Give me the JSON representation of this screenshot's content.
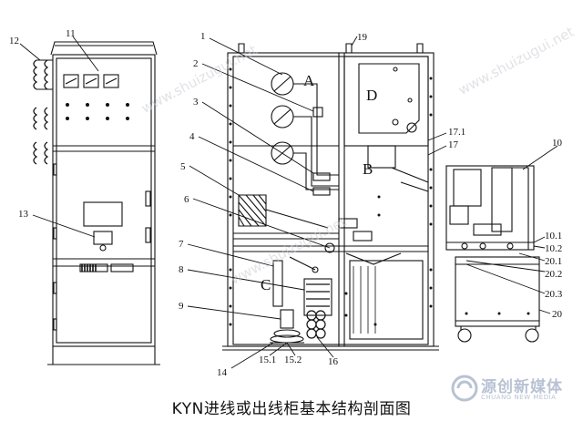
{
  "caption": "KYN进线或出线柜基本结构剖面图",
  "callouts": {
    "n1": "1",
    "n2": "2",
    "n3": "3",
    "n4": "4",
    "n5": "5",
    "n6": "6",
    "n7": "7",
    "n8": "8",
    "n9": "9",
    "n10": "10",
    "n10_1": "10.1",
    "n10_2": "10.2",
    "n11": "11",
    "n12": "12",
    "n13": "13",
    "n14": "14",
    "n15_1": "15.1",
    "n15_2": "15.2",
    "n16": "16",
    "n17": "17",
    "n17_1": "17.1",
    "n19": "19",
    "n20": "20",
    "n20_1": "20.1",
    "n20_2": "20.2",
    "n20_3": "20.3"
  },
  "zones": {
    "a": "A",
    "b": "B",
    "c": "C",
    "d": "D"
  },
  "watermark": "www.shuizugui.net",
  "brand": {
    "main": "源创新媒体",
    "sub": "CHUANG NEW MEDIA"
  }
}
